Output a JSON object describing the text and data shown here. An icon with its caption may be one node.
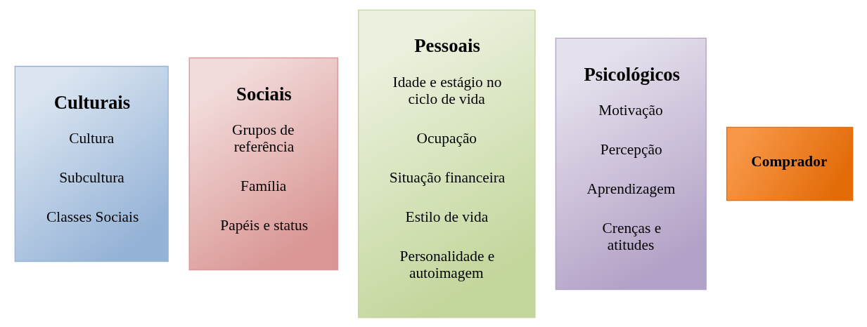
{
  "diagram": {
    "nodes": [
      {
        "text": [
          "Culturais",
          "Cultura",
          "Subcultura",
          "Classes Sociais"
        ]
      },
      {
        "text": [
          "Sociais",
          "Grupos de referência",
          "Família",
          "Papéis e status"
        ]
      },
      {
        "text": [
          "Pessoais",
          "Idade e estágio no ciclo de vida",
          "Ocupação",
          "Situação financeira",
          "Estilo de vida",
          "Personalidade e autoimagem"
        ]
      },
      {
        "text": [
          "Psicológicos",
          "Motivação",
          "Percepção",
          "Aprendizagem",
          "Crenças e atitudes"
        ]
      },
      {
        "text": [
          "Comprador"
        ]
      }
    ],
    "edges": []
  }
}
